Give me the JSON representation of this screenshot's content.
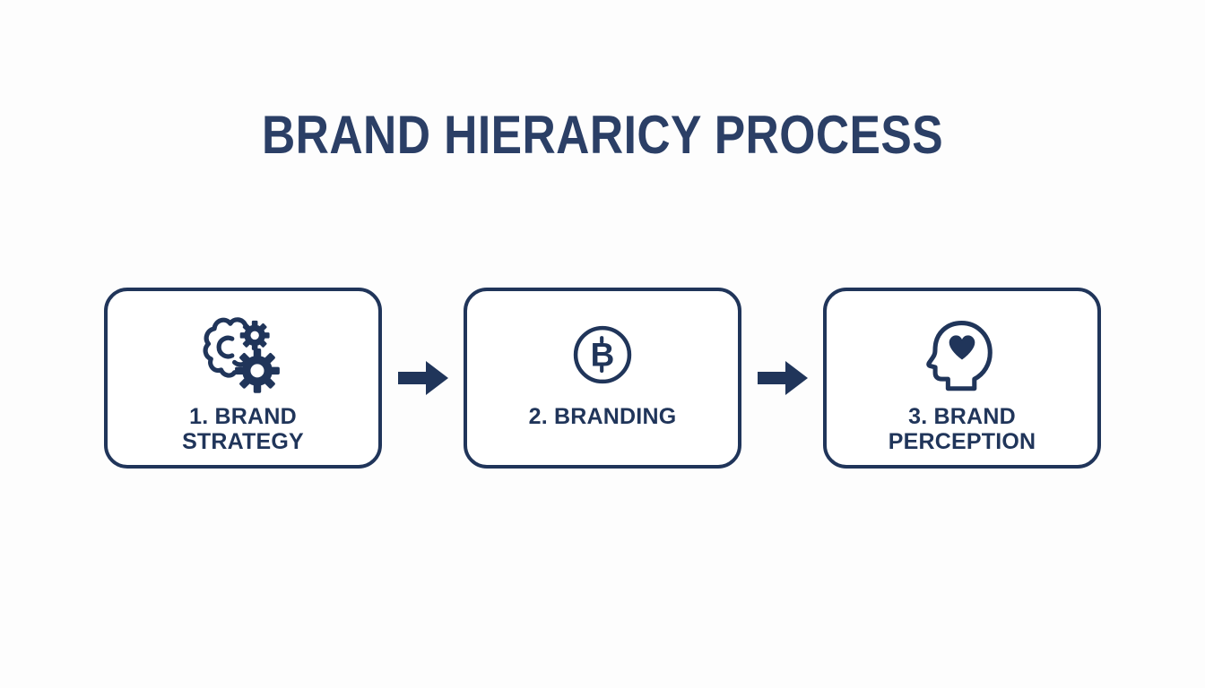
{
  "title": "BRAND HIERARICY PROCESS",
  "colors": {
    "navy": "#20355A",
    "title": "#2B3F66",
    "background": "#FDFDFD"
  },
  "steps": [
    {
      "label": "1. BRAND STRATEGY",
      "icon": "brain-gears-icon"
    },
    {
      "label": "2. BRANDING",
      "icon": "coin-b-icon"
    },
    {
      "label": "3. BRAND PERCEPTION",
      "icon": "head-heart-icon"
    }
  ],
  "coin_letter": "B",
  "connector": "right-arrow"
}
